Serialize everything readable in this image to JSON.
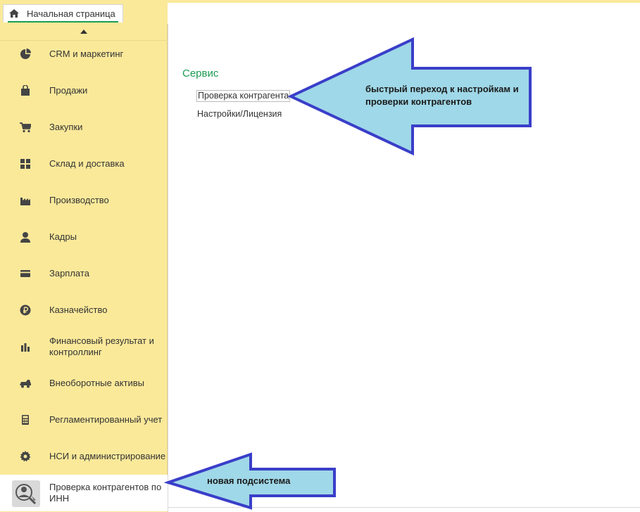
{
  "home_tab": {
    "label": "Начальная страница",
    "icon": "home-icon"
  },
  "sidebar": {
    "items": [
      {
        "label": "CRM и маркетинг",
        "icon": "pie-chart-icon"
      },
      {
        "label": "Продажи",
        "icon": "shopping-bag-icon"
      },
      {
        "label": "Закупки",
        "icon": "cart-icon"
      },
      {
        "label": "Склад и доставка",
        "icon": "warehouse-grid-icon"
      },
      {
        "label": "Производство",
        "icon": "factory-icon"
      },
      {
        "label": "Кадры",
        "icon": "person-icon"
      },
      {
        "label": "Зарплата",
        "icon": "card-icon"
      },
      {
        "label": "Казначейство",
        "icon": "ruble-icon"
      },
      {
        "label": "Финансовый результат и контроллинг",
        "icon": "bar-chart-icon"
      },
      {
        "label": "Внеоборотные активы",
        "icon": "vehicle-icon"
      },
      {
        "label": "Регламентированный учет",
        "icon": "calculator-icon"
      },
      {
        "label": "НСИ и администрирование",
        "icon": "gear-icon"
      },
      {
        "label": "Проверка контрагентов по ИНН",
        "icon": "counterparty-check-icon",
        "active": true
      }
    ]
  },
  "main": {
    "section_title": "Сервис",
    "links": [
      "Проверка контрагента",
      "Настройки/Лицензия"
    ]
  },
  "callouts": {
    "top": "быстрый переход к настройкам и проверки контрагентов",
    "bottom": "новая подсистема"
  },
  "colors": {
    "sidebar_bg": "#fbe99a",
    "accent_green": "#1a9c53",
    "arrow_fill": "#9fd8e8",
    "arrow_stroke": "#3a3ec9"
  }
}
